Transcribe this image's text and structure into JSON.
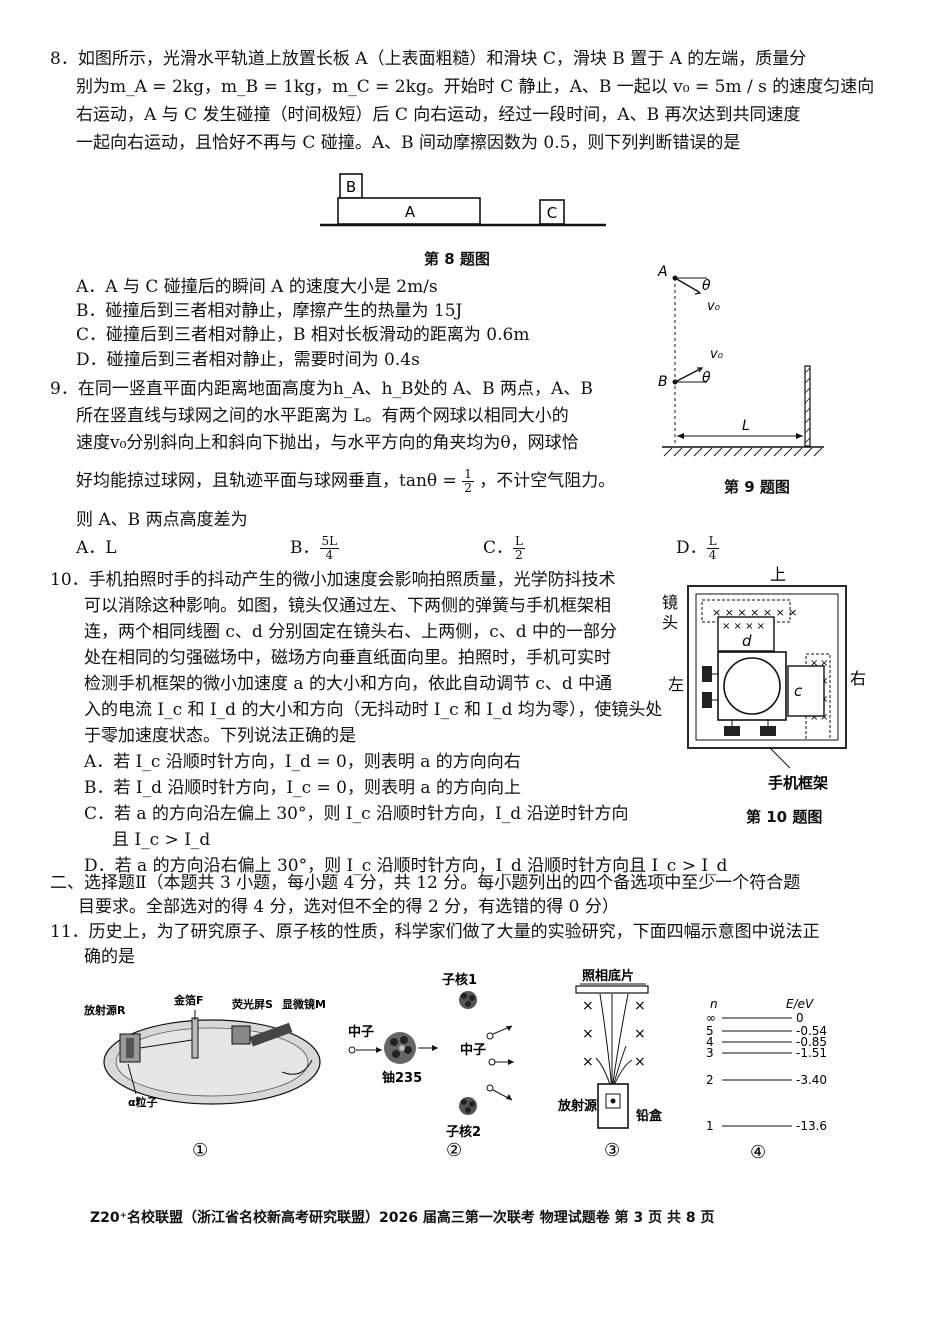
{
  "q8": {
    "line1": "8．如图所示，光滑水平轨道上放置长板 A（上表面粗糙）和滑块 C，滑块 B 置于 A 的左端，质量分",
    "line2": "别为m_A = 2kg，m_B = 1kg，m_C = 2kg。开始时 C 静止，A、B 一起以 v₀ = 5m / s 的速度匀速向",
    "line3": "右运动，A 与 C 发生碰撞（时间极短）后 C 向右运动，经过一段时间，A、B 再次达到共同速度",
    "line4": "一起向右运动，且恰好不再与 C 碰撞。A、B 间动摩擦因数为 0.5，则下列判断错误的是",
    "fig_caption": "第 8 题图",
    "label_A": "A",
    "label_B": "B",
    "label_C": "C",
    "opt_a": "A．A 与 C 碰撞后的瞬间 A 的速度大小是 2m/s",
    "opt_b": "B．碰撞后到三者相对静止，摩擦产生的热量为 15J",
    "opt_c": "C．碰撞后到三者相对静止，B 相对长板滑动的距离为 0.6m",
    "opt_d": "D．碰撞后到三者相对静止，需要时间为 0.4s"
  },
  "q9": {
    "line1": "9．在同一竖直平面内距离地面高度为h_A、h_B处的 A、B 两点，A、B",
    "line2": "所在竖直线与球网之间的水平距离为 L。有两个网球以相同大小的",
    "line3": "速度v₀分别斜向上和斜向下抛出，与水平方向的角夹均为θ，网球恰",
    "line4a": "好均能掠过球网，且轨迹平面与球网垂直，tanθ =",
    "frac_n": "1",
    "frac_d": "2",
    "line4b": "，不计空气阻力。",
    "line5": "则 A、B 两点高度差为",
    "opt_a": "A．L",
    "opt_b_pre": "B．",
    "opt_b_n": "5L",
    "opt_b_d": "4",
    "opt_c_pre": "C．",
    "opt_c_n": "L",
    "opt_c_d": "2",
    "opt_d_pre": "D．",
    "opt_d_n": "L",
    "opt_d_d": "4",
    "fig_caption": "第 9 题图",
    "label_A": "A",
    "label_B": "B",
    "label_theta": "θ",
    "label_v0": "v₀",
    "label_L": "L"
  },
  "q10": {
    "line1": "10．手机拍照时手的抖动产生的微小加速度会影响拍照质量，光学防抖技术",
    "line2": "可以消除这种影响。如图，镜头仅通过左、下两侧的弹簧与手机框架相",
    "line3": "连，两个相同线圈 c、d 分别固定在镜头右、上两侧，c、d 中的一部分",
    "line4": "处在相同的匀强磁场中，磁场方向垂直纸面向里。拍照时，手机可实时",
    "line5": "检测手机框架的微小加速度 a 的大小和方向，依此自动调节 c、d 中通",
    "line6": "入的电流 I_c 和 I_d 的大小和方向（无抖动时 I_c 和 I_d 均为零），使镜头处",
    "line7": "于零加速度状态。下列说法正确的是",
    "opt_a": "A．若 I_c 沿顺时针方向，I_d = 0，则表明 a 的方向向右",
    "opt_b": "B．若 I_d 沿顺时针方向，I_c = 0，则表明 a 的方向向上",
    "opt_c1": "C．若 a 的方向沿左偏上 30°，则 I_c 沿顺时针方向，I_d 沿逆时针方向",
    "opt_c2": "且 I_c > I_d",
    "opt_d": "D．若 a 的方向沿右偏上 30°，则 I_c 沿顺时针方向，I_d 沿顺时针方向且 I_c > I_d",
    "fig_caption": "第 10 题图",
    "label_top": "上",
    "label_left": "左",
    "label_right": "右",
    "label_lens1": "镜",
    "label_lens2": "头",
    "label_frame": "手机框架",
    "label_c": "c",
    "label_d": "d"
  },
  "section2": {
    "line1": "二、选择题Ⅱ（本题共 3 小题，每小题 4 分，共 12 分。每小题列出的四个备选项中至少一个符合题",
    "line2": "目要求。全部选对的得 4 分，选对但不全的得 2 分，有选错的得 0 分）"
  },
  "q11": {
    "line1": "11．历史上，为了研究原子、原子核的性质，科学家们做了大量的实验研究，下面四幅示意图中说法正",
    "line2": "确的是",
    "fig1": {
      "source": "放射源R",
      "foil": "金箔F",
      "screen": "荧光屏S",
      "microscope": "显微镜M",
      "alpha": "α粒子",
      "num": "①"
    },
    "fig2": {
      "neutron_in": "中子",
      "uranium": "铀235",
      "daughter1": "子核1",
      "neutron_out": "中子",
      "daughter2": "子核2",
      "num": "②"
    },
    "fig3": {
      "plate": "照相底片",
      "source": "放射源",
      "box": "铅盒",
      "num": "③"
    },
    "fig4": {
      "n_label": "n",
      "e_label": "E/eV",
      "levels": [
        {
          "n": "∞",
          "e": "0"
        },
        {
          "n": "5",
          "e": "-0.54"
        },
        {
          "n": "4",
          "e": "-0.85"
        },
        {
          "n": "3",
          "e": "-1.51"
        },
        {
          "n": "2",
          "e": "-3.40"
        },
        {
          "n": "1",
          "e": "-13.6"
        }
      ],
      "num": "④"
    }
  },
  "footer": "Z20⁺名校联盟（浙江省名校新高考研究联盟）2026 届高三第一次联考 物理试题卷  第 3 页 共 8 页"
}
